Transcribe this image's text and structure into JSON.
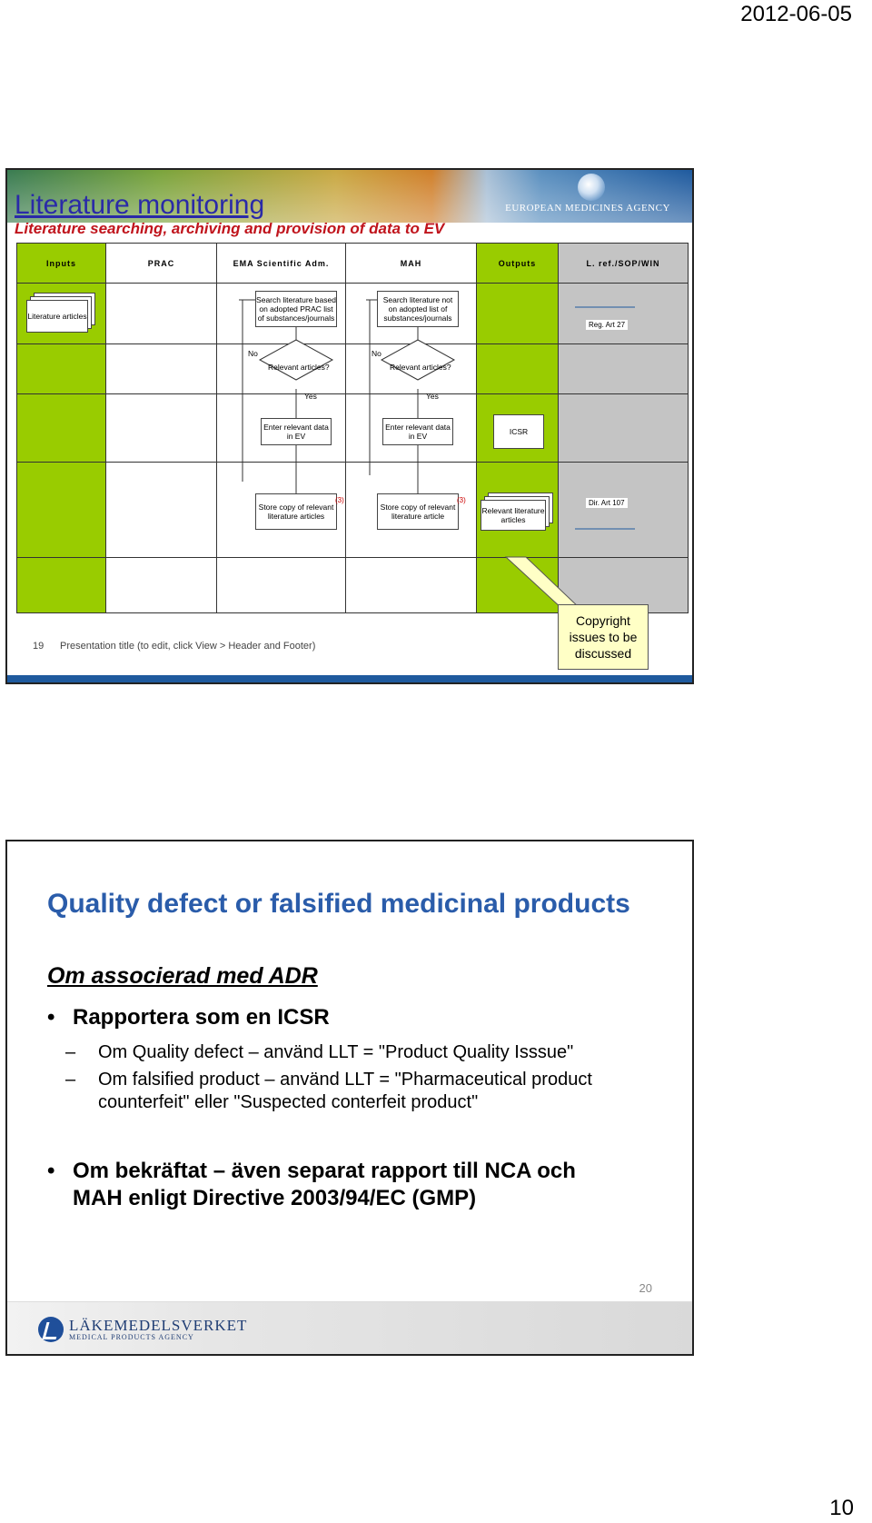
{
  "page": {
    "date": "2012-06-05",
    "number": "10"
  },
  "slide1": {
    "title": "Literature monitoring",
    "subtitle": "Literature searching, archiving and provision of data to EV",
    "logo_text": "EUROPEAN MEDICINES AGENCY",
    "lanes": [
      "Inputs",
      "PRAC",
      "EMA Scientific Adm.",
      "MAH",
      "Outputs",
      "L. ref./SOP/WIN"
    ],
    "input_doc": "Literature articles",
    "prac_search": "Search literature based on adopted PRAC list of substances/journals",
    "mah_search": "Search literature not on adopted list of substances/journals",
    "ref_row1": "Reg. Art 27",
    "no_label": "No",
    "relevant_q": "Relevant articles?",
    "yes_label": "Yes",
    "enter_ev": "Enter relevant data in EV",
    "icsr": "ICSR",
    "store_prac": "Store copy of relevant literature articles",
    "store_mah": "Store copy of relevant literature article",
    "ref_num": "(3)",
    "output_doc": "Relevant literature articles",
    "ref_row4": "Dir. Art 107",
    "footer_num": "19",
    "footer_text": "Presentation title (to edit, click View > Header and Footer)",
    "callout": "Copyright issues to be discussed"
  },
  "slide2": {
    "title": "Quality defect or falsified medicinal products",
    "subheading": "Om associerad med ADR",
    "bullet1": "Rapportera som en ICSR",
    "sub1": "Om Quality defect – använd LLT = \"Product Quality Isssue\"",
    "sub2": "Om falsified product – använd LLT = \"Pharmaceutical product counterfeit\" eller \"Suspected conterfeit product\"",
    "bullet2": "Om bekräftat – även separat rapport till NCA och MAH enligt Directive 2003/94/EC (GMP)",
    "page_number": "20",
    "logo_name": "LÄKEMEDELSVERKET",
    "logo_sub": "MEDICAL PRODUCTS AGENCY"
  }
}
